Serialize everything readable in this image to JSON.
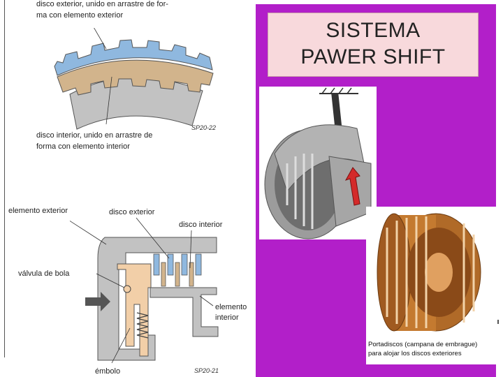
{
  "title": {
    "line1": "SISTEMA",
    "line2": "PAWER SHIFT"
  },
  "top_diagram": {
    "label_outer_disc": {
      "line1": "disco exterior, unido en arrastre de for-",
      "line2": "ma con elemento exterior"
    },
    "label_inner_disc": {
      "line1": "disco interior, unido en arrastre de",
      "line2": "forma con elemento interior"
    },
    "figure_code": "SP20-22"
  },
  "bottom_diagram": {
    "label_outer_element": "elemento exterior",
    "label_outer_disc": "disco exterior",
    "label_inner_disc": "disco interior",
    "label_ball_valve": "válvula de bola",
    "label_inner_element": {
      "line1": "elemento",
      "line2": "interior"
    },
    "label_piston": "émbolo",
    "figure_code": "SP20-21"
  },
  "drum_caption": {
    "line1": "Portadiscos (campana de embrague)",
    "line2": "para alojar los discos exteriores"
  },
  "colors": {
    "panel": "#b21fc9",
    "title_box": "#f8d9dc",
    "outer_disc_blue": "#8fb8df",
    "inner_disc_tan": "#d2b48c",
    "housing_gray": "#c2c2c2",
    "piston_orange": "#f2cfa8",
    "arrow_red": "#d42a2a"
  }
}
